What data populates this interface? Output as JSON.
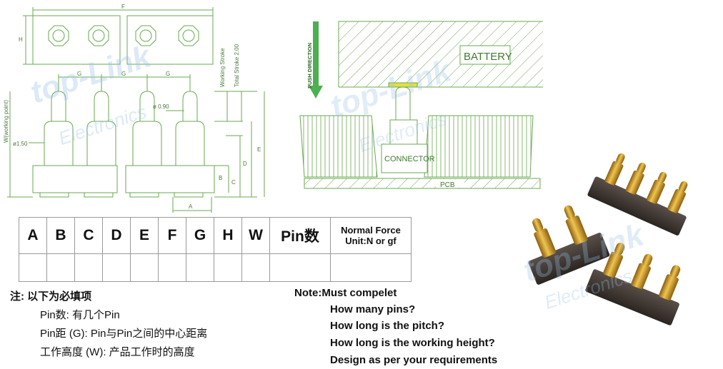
{
  "drawing": {
    "dims": {
      "F": "F",
      "H": "H",
      "G1": "G",
      "G2": "G",
      "G3": "G",
      "dia_090": "ø 0.90",
      "dia_150": "ø1.50",
      "W": "W(working point)",
      "working_stroke": "Working Stroke",
      "total_stroke": "Total Stroke 2.00",
      "A": "A",
      "B": "B",
      "C": "C",
      "D": "D",
      "E": "E"
    },
    "push_direction": "PUSH DIRECTION",
    "battery": "BATTERY",
    "connector": "CONNECTOR",
    "pcb": "PCB",
    "watermark_1": "top-Link",
    "watermark_2": "Electronics"
  },
  "table": {
    "headers": [
      "A",
      "B",
      "C",
      "D",
      "E",
      "F",
      "G",
      "H",
      "W",
      "Pin数"
    ],
    "normal_force_line1": "Normal Force",
    "normal_force_line2": "Unit:N or gf"
  },
  "notes_cn": {
    "title": "注: 以下为必填项",
    "line1": "Pin数: 有几个Pin",
    "line2": "Pin距 (G): Pin与Pin之间的中心距离",
    "line3": "工作高度 (W): 产品工作时的高度"
  },
  "notes_en": {
    "title": "Note:Must compelet",
    "line1": "How many pins?",
    "line2": "How long is the pitch?",
    "line3": "How long is the working height?",
    "line4": "Design as per your requirements"
  },
  "colors": {
    "dim_green": "#6aa84f",
    "header_brown": "#3d3530",
    "pin_gold": "#c99a2e",
    "watermark_blue": "#cfe3f3"
  }
}
